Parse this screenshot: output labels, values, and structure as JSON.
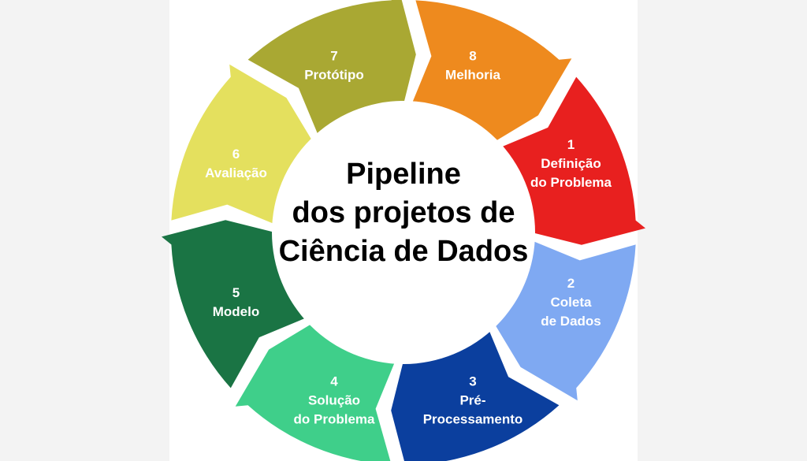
{
  "title": {
    "line1": "Pipeline",
    "line2": "dos projetos de",
    "line3": "Ciência de Dados"
  },
  "steps": [
    {
      "number": "1",
      "lines": [
        "Definição",
        "do Problema"
      ],
      "color": "#e8201f"
    },
    {
      "number": "2",
      "lines": [
        "Coleta",
        "de Dados"
      ],
      "color": "#7fa9f2"
    },
    {
      "number": "3",
      "lines": [
        "Pré-",
        "Processamento"
      ],
      "color": "#0b3f9e"
    },
    {
      "number": "4",
      "lines": [
        "Solução",
        "do Problema"
      ],
      "color": "#3fcf8a"
    },
    {
      "number": "5",
      "lines": [
        "Modelo"
      ],
      "color": "#1a7444"
    },
    {
      "number": "6",
      "lines": [
        "Avaliação"
      ],
      "color": "#e4e05e"
    },
    {
      "number": "7",
      "lines": [
        "Protótipo"
      ],
      "color": "#a9a833"
    },
    {
      "number": "8",
      "lines": [
        "Melhoria"
      ],
      "color": "#ee8a1e"
    }
  ]
}
